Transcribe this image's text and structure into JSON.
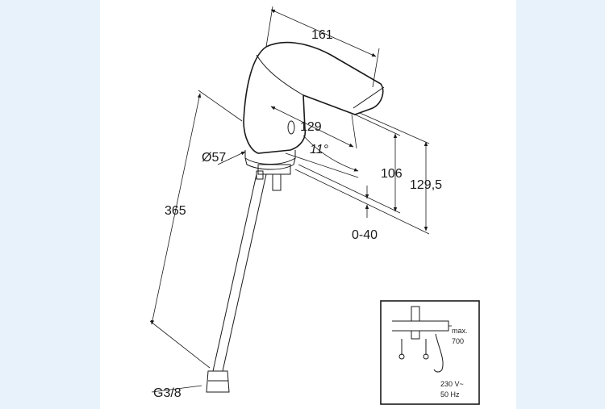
{
  "dimensions": {
    "top_length": "161",
    "reach": "129",
    "angle": "11°",
    "diameter": "Ø57",
    "hose_length": "365",
    "spout_height": "106",
    "total_height": "129,5",
    "deck_thickness": "0-40",
    "thread": "G3/8"
  },
  "inset": {
    "max_label": "max.",
    "max_value": "700",
    "voltage": "230 V~",
    "frequency": "50 Hz"
  }
}
